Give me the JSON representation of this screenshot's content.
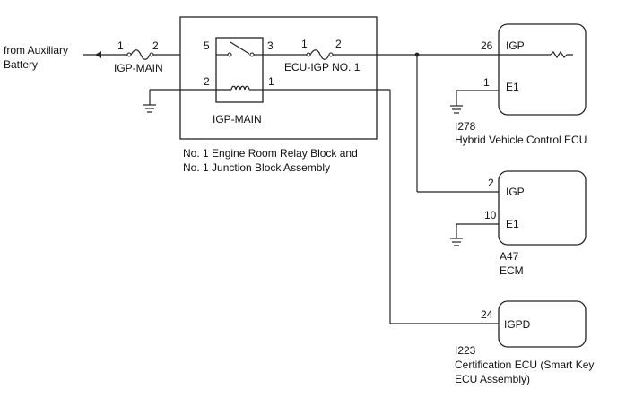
{
  "source": {
    "line1": "from Auxiliary",
    "line2": "Battery"
  },
  "fuse_igp_main": {
    "name": "IGP-MAIN",
    "pin_in": "1",
    "pin_out": "2"
  },
  "relay_block": {
    "relay_name": "IGP-MAIN",
    "pin_switch_in": "5",
    "pin_switch_out": "3",
    "pin_coil_a": "2",
    "pin_coil_b": "1",
    "caption_line1": "No. 1 Engine Room Relay Block and",
    "caption_line2": "No. 1 Junction Block Assembly"
  },
  "fuse_ecu_igp": {
    "name": "ECU-IGP NO. 1",
    "pin_in": "1",
    "pin_out": "2"
  },
  "hv_ecu": {
    "code": "I278",
    "name": "Hybrid Vehicle Control ECU",
    "pin_igp_num": "26",
    "pin_igp_label": "IGP",
    "pin_e1_num": "1",
    "pin_e1_label": "E1"
  },
  "ecm": {
    "code": "A47",
    "name": "ECM",
    "pin_igp_num": "2",
    "pin_igp_label": "IGP",
    "pin_e1_num": "10",
    "pin_e1_label": "E1"
  },
  "cert_ecu": {
    "code": "I223",
    "name_line1": "Certification ECU (Smart Key",
    "name_line2": "ECU Assembly)",
    "pin_num": "24",
    "pin_label": "IGPD"
  }
}
